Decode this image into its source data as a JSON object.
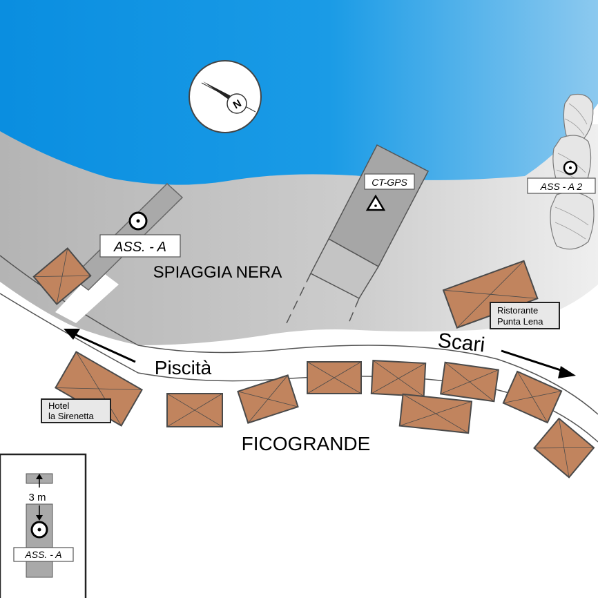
{
  "labels": {
    "beach": "SPIAGGIA NERA",
    "district": "FICOGRANDE",
    "road_west": "Piscità",
    "road_east": "Scari",
    "station_ct_gps": "CT-GPS",
    "station_ass_a": "ASS. - A",
    "station_ass_a2": "ASS - A 2",
    "restaurant_line1": "Ristorante",
    "restaurant_line2": "Punta Lena",
    "hotel_line1": "Hotel",
    "hotel_line2": "la Sirenetta",
    "compass_letter": "N"
  },
  "inset": {
    "distance": "3 m",
    "station": "ASS. - A"
  },
  "colors": {
    "sea_light": "#7ec3ee",
    "sea_dark": "#0a8ee0",
    "beach": "#c4c4c4",
    "pier": "#a6a6a6",
    "building": "#c1845e",
    "road": "#ffffff"
  }
}
